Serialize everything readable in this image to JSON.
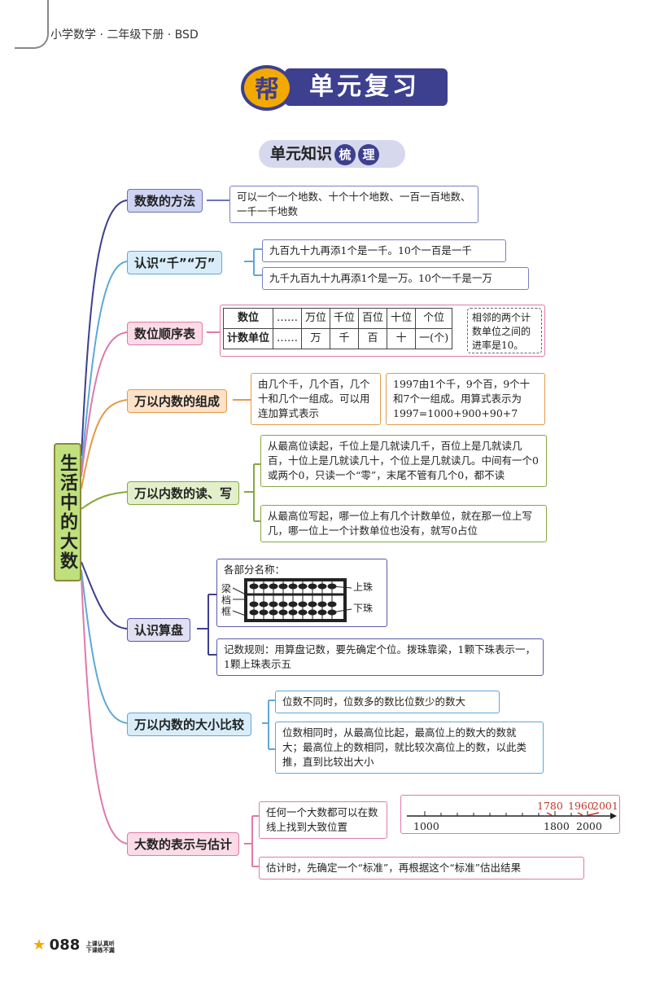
{
  "header": {
    "text": "小学数学 · 二年级下册 · BSD"
  },
  "title": {
    "badge": "帮",
    "text": "单元复习"
  },
  "subtitle": {
    "text": "单元知识",
    "b1": "梳",
    "b2": "理"
  },
  "root": {
    "label": "生活中的大数"
  },
  "categories": [
    {
      "label": "数数的方法"
    },
    {
      "label": "认识“千”“万”"
    },
    {
      "label": "数位顺序表"
    },
    {
      "label": "万以内数的组成"
    },
    {
      "label": "万以内数的读、写"
    },
    {
      "label": "认识算盘"
    },
    {
      "label": "万以内数的大小比较"
    },
    {
      "label": "大数的表示与估计"
    }
  ],
  "counting": {
    "text": "可以一个一个地数、十个十个地数、一百一百地数、一千一千地数"
  },
  "thousand": {
    "a": "九百九十九再添1个是一千。10个一百是一千",
    "b": "九千九百九十九再添1个是一万。10个一千是一万"
  },
  "place_table": {
    "row1": [
      "数位",
      "……",
      "万位",
      "千位",
      "百位",
      "十位",
      "个位"
    ],
    "row2": [
      "计数单位",
      "……",
      "万",
      "千",
      "百",
      "十",
      "一(个)"
    ],
    "note": "相邻的两个计数单位之间的进率是10。"
  },
  "composition": {
    "a": "由几个千，几个百，几个十和几个一组成。可以用连加算式表示",
    "b": "1997由1个千，9个百，9个十和7个一组成。用算式表示为1997=1000+900+90+7"
  },
  "readwrite": {
    "a": "从最高位读起，千位上是几就读几千，百位上是几就读几百，十位上是几就读几十，个位上是几就读几。中间有一个0或两个0，只读一个“零”，末尾不管有几个0，都不读",
    "b": "从最高位写起，哪一位上有几个计数单位，就在那一位上写几，哪一位上一个计数单位也没有，就写0占位"
  },
  "abacus": {
    "heading": "各部分名称：",
    "left_labels": [
      "梁",
      "档",
      "框"
    ],
    "right_labels": [
      "上珠",
      "下珠"
    ],
    "rule": "记数规则：用算盘记数，要先确定个位。拨珠靠梁，1颗下珠表示一，1颗上珠表示五"
  },
  "compare": {
    "a": "位数不同时，位数多的数比位数少的数大",
    "b": "位数相同时，从最高位比起，最高位上的数大的数就大；最高位上的数相同，就比较次高位上的数，以此类推，直到比较出大小"
  },
  "estimate": {
    "a": "任何一个大数都可以在数线上找到大致位置",
    "b": "估计时，先确定一个“标准”，再根据这个“标准”估出结果",
    "numberline": {
      "ticks": [
        "1000",
        "1800",
        "2000"
      ],
      "marks": [
        "1780",
        "1960",
        "2001"
      ]
    }
  },
  "footer": {
    "page": "088",
    "slogan1": "上课认真听",
    "slogan2": "下课练不漏"
  },
  "colors": {
    "primary": "#3d3f8f",
    "accent": "#f2a900",
    "mark": "#c0392b"
  }
}
